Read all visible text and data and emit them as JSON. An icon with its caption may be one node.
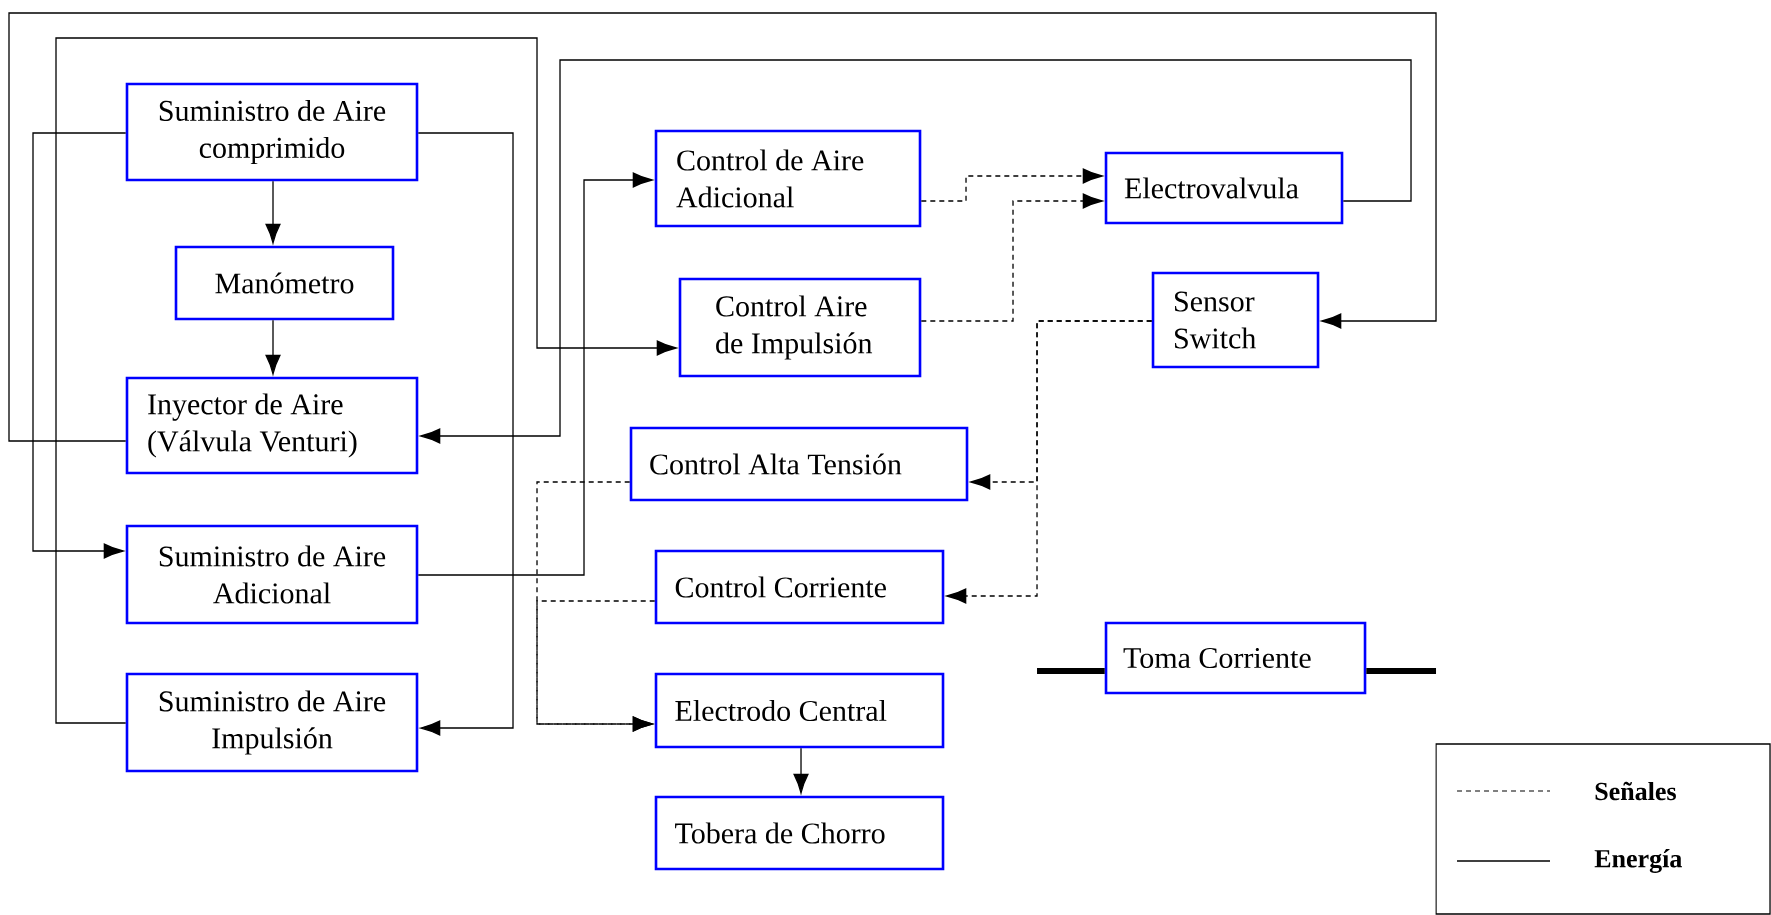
{
  "diagram": {
    "nodes": [
      {
        "text": [
          "Suministro de Aire comprimido"
        ]
      },
      {
        "text": [
          "Manómetro"
        ]
      },
      {
        "text": [
          "Inyector de Aire (Válvula Venturi)"
        ]
      },
      {
        "text": [
          "Suministro de Aire Adicional"
        ]
      },
      {
        "text": [
          "Suministro de Aire Impulsión"
        ]
      },
      {
        "text": [
          "Control de Aire Adicional"
        ]
      },
      {
        "text": [
          "Control Aire de Impulsión"
        ]
      },
      {
        "text": [
          "Electrovalvula"
        ]
      },
      {
        "text": [
          "Sensor Switch"
        ]
      },
      {
        "text": [
          "Control Alta Tensión"
        ]
      },
      {
        "text": [
          "Control Corriente"
        ]
      },
      {
        "text": [
          "Electrodo Central"
        ]
      },
      {
        "text": [
          "Tobera de Chorro"
        ]
      },
      {
        "text": [
          "Toma Corriente"
        ]
      }
    ],
    "edges": [
      {
        "from": 0,
        "to": 1,
        "arrow": "to"
      },
      {
        "from": 1,
        "to": 2,
        "arrow": "to"
      },
      {
        "from": 0,
        "to": 3,
        "arrow": "to"
      },
      {
        "from": 0,
        "to": 4,
        "arrow": "to"
      },
      {
        "from": 2,
        "to": 8,
        "arrow": "to"
      },
      {
        "from": 4,
        "to": 6,
        "arrow": "to"
      },
      {
        "from": 7,
        "to": 2,
        "arrow": "to"
      },
      {
        "from": 3,
        "to": 5,
        "arrow": "to"
      },
      {
        "from": 5,
        "to": 7,
        "arrow": "to",
        "style": "dashed"
      },
      {
        "from": 6,
        "to": 7,
        "arrow": "to",
        "style": "dashed"
      },
      {
        "from": 8,
        "to": 9,
        "arrow": "to",
        "style": "dashed"
      },
      {
        "from": 8,
        "to": 10,
        "arrow": "to",
        "style": "dashed"
      },
      {
        "from": 9,
        "to": 11,
        "arrow": "to",
        "style": "dashed"
      },
      {
        "from": 10,
        "to": 11,
        "arrow": "to",
        "style": "dashed"
      },
      {
        "from": 11,
        "to": 12,
        "arrow": "to"
      },
      {
        "from": null,
        "to": 13,
        "arrow": "none",
        "style": "thick"
      },
      {
        "from": 13,
        "to": null,
        "arrow": "none",
        "style": "thick"
      }
    ],
    "legend": [
      {
        "text": "Señales"
      },
      {
        "text": "Energía"
      }
    ]
  }
}
